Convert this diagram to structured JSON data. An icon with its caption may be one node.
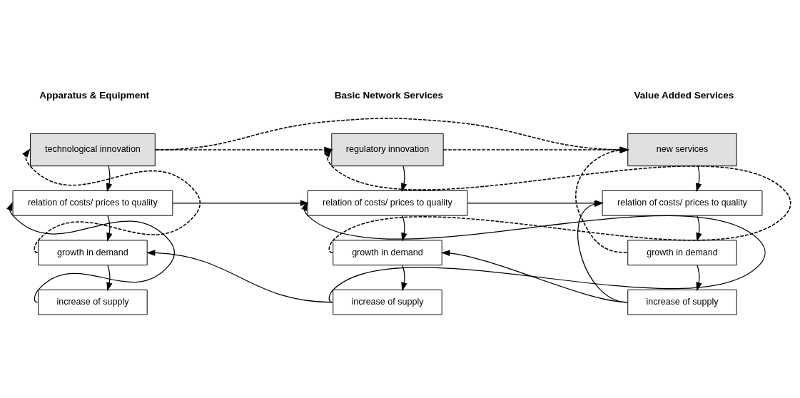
{
  "diagram": {
    "nodes": [
      {
        "text": [
          "technological innovation"
        ]
      },
      {
        "text": [
          "regulatory innovation"
        ]
      },
      {
        "text": [
          "new services"
        ]
      },
      {
        "text": [
          "relation of costs/ prices to quality"
        ]
      },
      {
        "text": [
          "growth in demand"
        ]
      },
      {
        "text": [
          "increase of supply"
        ]
      },
      {
        "text": [
          "relation of costs/ prices to quality"
        ]
      },
      {
        "text": [
          "growth in demand"
        ]
      },
      {
        "text": [
          "increase of supply"
        ]
      },
      {
        "text": [
          "relation of costs/ prices to quality"
        ]
      },
      {
        "text": [
          "growth in demand"
        ]
      },
      {
        "text": [
          "increase of supply"
        ]
      }
    ],
    "edges": [
      {
        "from": 0,
        "to": 1,
        "arrow": "to",
        "style": "dashed"
      },
      {
        "from": 0,
        "to": 2,
        "arrow": "to",
        "style": "dashed"
      },
      {
        "from": 1,
        "to": 2,
        "arrow": "to",
        "style": "dashed"
      },
      {
        "from": 0,
        "to": 3,
        "arrow": "to"
      },
      {
        "from": 3,
        "to": 4,
        "arrow": "to"
      },
      {
        "from": 4,
        "to": 5,
        "arrow": "to"
      },
      {
        "from": 5,
        "to": 3,
        "arrow": "to"
      },
      {
        "from": 4,
        "to": 0,
        "arrow": "to",
        "style": "dashed"
      },
      {
        "from": 3,
        "to": 6,
        "arrow": "to"
      },
      {
        "from": 1,
        "to": 6,
        "arrow": "to"
      },
      {
        "from": 6,
        "to": 7,
        "arrow": "to"
      },
      {
        "from": 7,
        "to": 8,
        "arrow": "to"
      },
      {
        "from": 8,
        "to": 6,
        "arrow": "to"
      },
      {
        "from": 7,
        "to": 1,
        "arrow": "to",
        "style": "dashed"
      },
      {
        "from": 8,
        "to": 4,
        "arrow": "to"
      },
      {
        "from": 6,
        "to": 9,
        "arrow": "to"
      },
      {
        "from": 2,
        "to": 9,
        "arrow": "to"
      },
      {
        "from": 9,
        "to": 10,
        "arrow": "to"
      },
      {
        "from": 10,
        "to": 11,
        "arrow": "to"
      },
      {
        "from": 11,
        "to": 9,
        "arrow": "to"
      },
      {
        "from": 10,
        "to": 2,
        "arrow": "to",
        "style": "dashed"
      },
      {
        "from": 11,
        "to": 7,
        "arrow": "to"
      }
    ],
    "labels": [
      "Apparatus & Equipment",
      "Basic Network Services",
      "Value Added Services"
    ]
  }
}
